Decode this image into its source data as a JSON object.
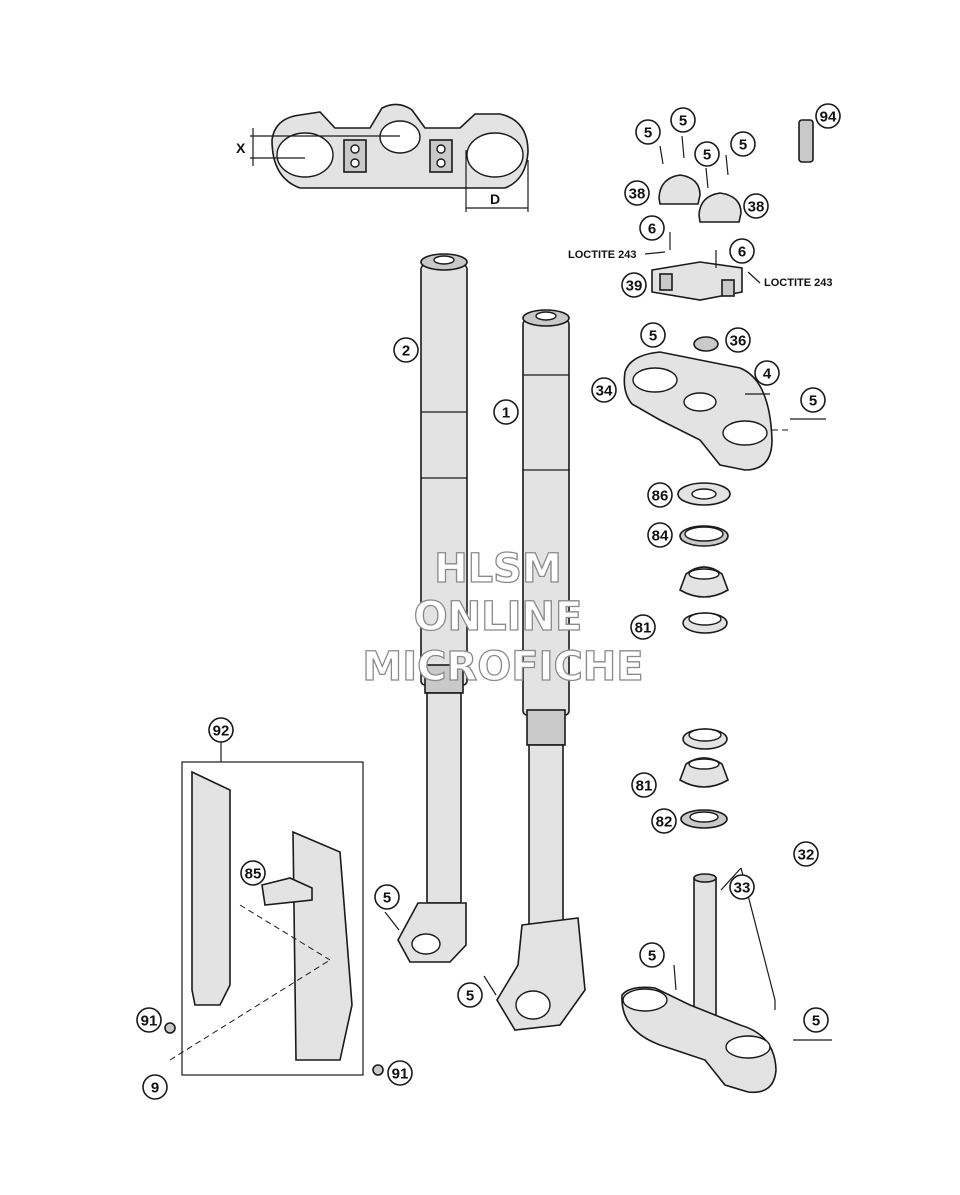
{
  "watermark": {
    "line1": "HLSM",
    "line2": "ONLINE",
    "line3": "MICROFICHE"
  },
  "dimensions": {
    "x_label": "X",
    "d_label": "D"
  },
  "loctite_labels": {
    "left": "LOCTITE 243",
    "right": "LOCTITE 243"
  },
  "callouts": {
    "c94": "94",
    "c5_top_a": "5",
    "c5_top_b": "5",
    "c5_top_c": "5",
    "c5_top_d": "5",
    "c38_left": "38",
    "c38_right": "38",
    "c6_left": "6",
    "c6_right": "6",
    "c39": "39",
    "c5_clamp": "5",
    "c36": "36",
    "c4": "4",
    "c34": "34",
    "c5_clamp_side": "5",
    "c2": "2",
    "c1": "1",
    "c86": "86",
    "c84": "84",
    "c81_upper": "81",
    "c81_lower": "81",
    "c82": "82",
    "c92": "92",
    "c85": "85",
    "c5_leg_left": "5",
    "c5_leg_right": "5",
    "c32": "32",
    "c33": "33",
    "c5_stem_top": "5",
    "c5_stem_side": "5",
    "c91_left": "91",
    "c91_right": "91",
    "c9": "9"
  }
}
